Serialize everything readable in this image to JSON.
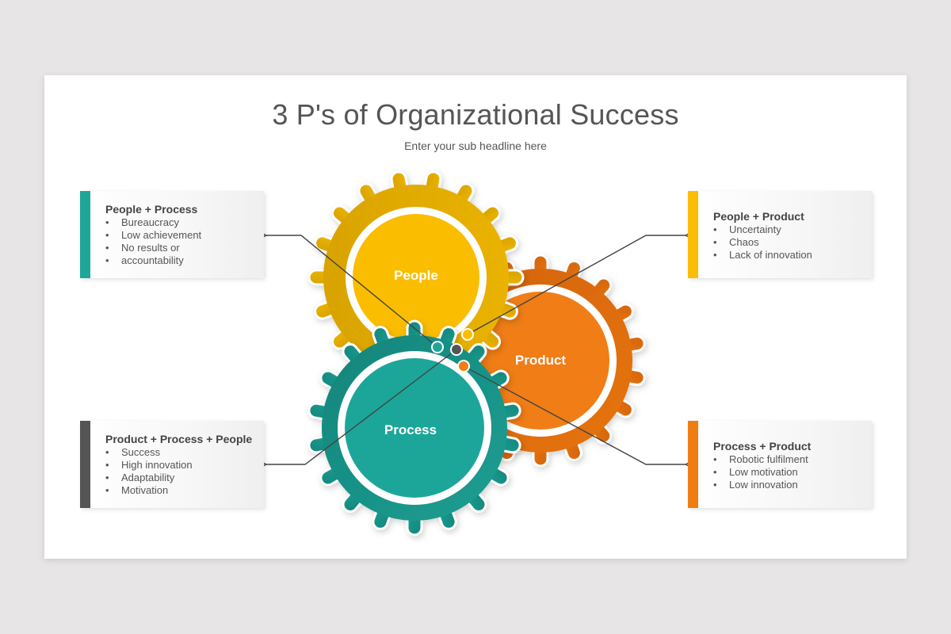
{
  "slide": {
    "title": "3 P's of Organizational Success",
    "subtitle": "Enter your sub headline here"
  },
  "gears": [
    {
      "label": "People",
      "color": "#fbbd05",
      "rim_color": "#dea606"
    },
    {
      "label": "Product",
      "color": "#f07d12",
      "rim_color": "#d8680d"
    },
    {
      "label": "Process",
      "color": "#1ea699",
      "rim_color": "#178a80"
    }
  ],
  "connector_dots": {
    "people_process": "#1ea699",
    "people_product": "#fbbd05",
    "all_three": "#555555",
    "process_product": "#f07d12"
  },
  "cards": {
    "people_process": {
      "heading": "People + Process",
      "accent": "#1ea699",
      "items": [
        "Bureaucracy",
        "Low achievement",
        "No results or",
        "accountability"
      ]
    },
    "people_product": {
      "heading": "People + Product",
      "accent": "#fbbd05",
      "items": [
        "Uncertainty",
        "Chaos",
        "Lack of innovation"
      ]
    },
    "all_three": {
      "heading": "Product + Process + People",
      "accent": "#555555",
      "items": [
        "Success",
        "High innovation",
        "Adaptability",
        "Motivation"
      ]
    },
    "process_product": {
      "heading": "Process + Product",
      "accent": "#f07d12",
      "items": [
        "Robotic fulfilment",
        "Low motivation",
        "Low innovation"
      ]
    }
  }
}
